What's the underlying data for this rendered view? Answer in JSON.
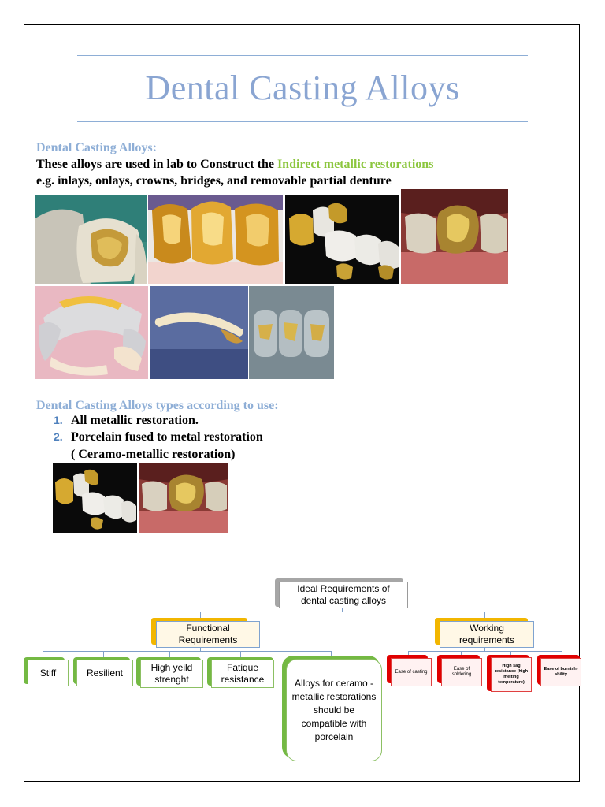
{
  "title": "Dental Casting Alloys",
  "intro": {
    "heading": "Dental Casting Alloys:",
    "line1_prefix": "These alloys are used in lab to Construct the ",
    "line1_highlight": "Indirect metallic restorations",
    "line2": "e.g. inlays, onlays, crowns, bridges, and removable partial denture"
  },
  "types": {
    "heading": "Dental Casting Alloys types according to use:",
    "items": [
      {
        "num": "1.",
        "text": "All metallic restoration."
      },
      {
        "num": "2.",
        "text": "Porcelain fused to metal restoration"
      }
    ],
    "subline": "( Ceramo-metallic restoration)"
  },
  "diagram": {
    "root": [
      "Ideal Requirements of",
      "dental casting alloys"
    ],
    "functional": [
      "Functional",
      "Requirements"
    ],
    "working": [
      "Working",
      "requirements"
    ],
    "functional_children": [
      {
        "label": "Stiff"
      },
      {
        "label": "Resilient"
      },
      {
        "label": "High yeild strenght"
      },
      {
        "label": "Fatique resistance"
      },
      {
        "label": "Alloys for ceramo -metallic restorations should be compatible with porcelain"
      }
    ],
    "working_children": [
      {
        "label": "Ease of casting"
      },
      {
        "label": "Ease of soldering"
      },
      {
        "label": "High sag resistance (high melting temperature)"
      },
      {
        "label": "Ease of burnish-ability"
      }
    ]
  },
  "colors": {
    "heading_blue": "#8eaed6",
    "highlight_green": "#8cc63f",
    "gold": "#d4a63a",
    "functional_tab": "#f2b600",
    "green_tab": "#74b943",
    "red_tab": "#e00000"
  }
}
